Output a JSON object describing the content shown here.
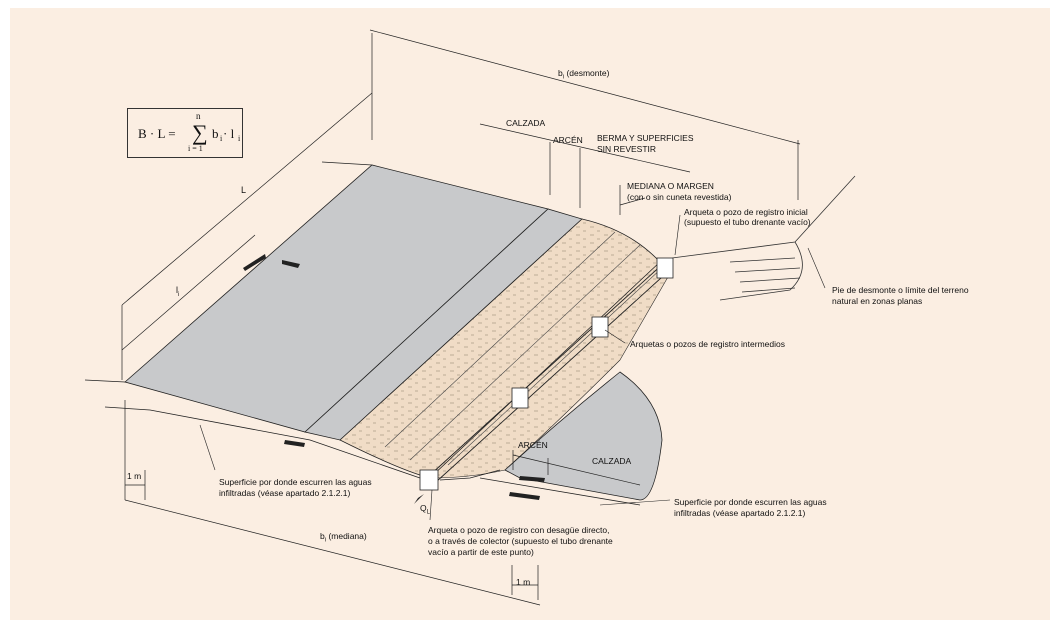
{
  "formula": {
    "lhs": "B · L =",
    "sigma": "∑",
    "upper": "n",
    "lower": "i = 1",
    "rhs_b": "b",
    "rhs_i1": "i",
    "rhs_mid": " · l",
    "rhs_i2": "i"
  },
  "labels": {
    "L": "L",
    "li": "l",
    "li_sub": "i",
    "bi_desmonte": "b",
    "bi_desmonte_sub": "i",
    "bi_desmonte_rest": " (desmonte)",
    "bi_mediana": "b",
    "bi_mediana_sub": "i",
    "bi_mediana_rest": " (mediana)",
    "calzada_top": "CALZADA",
    "arcen_top": "ARCÉN",
    "berma_line1": "BERMA Y SUPERFICIES",
    "berma_line2": "SIN REVESTIR",
    "mediana_line1": "MEDIANA O MARGEN",
    "mediana_line2": "(con o sin cuneta revestida)",
    "arqueta_inicial_1": "Arqueta o pozo de registro inicial",
    "arqueta_inicial_2": "(supuesto el tubo drenante vacío)",
    "pie_1": "Pie de desmonte o límite del terreno",
    "pie_2": "natural en zonas planas",
    "intermedios": "Arquetas o pozos de registro intermedios",
    "superficie_left_1": "Superficie por donde escurren las aguas",
    "superficie_left_2": "infiltradas (véase apartado 2.1.2.1)",
    "superficie_right_1": "Superficie por donde escurren las aguas",
    "superficie_right_2": "infiltradas (véase apartado 2.1.2.1)",
    "arcen_bottom": "ARCÉN",
    "calzada_bottom": "CALZADA",
    "one_m_left": "1 m",
    "one_m_bottom": "1 m",
    "ql": "Q",
    "ql_sub": "L",
    "desague_1": "Arqueta o pozo de registro con desagüe directo,",
    "desague_2": "o a través de colector (supuesto el tubo drenante",
    "desague_3": "vacío a partir de este punto)"
  },
  "colors": {
    "background": "#fbeee2",
    "pavement": "#c8c9cb",
    "berm": "#f0dcc6",
    "lines": "#222222"
  }
}
